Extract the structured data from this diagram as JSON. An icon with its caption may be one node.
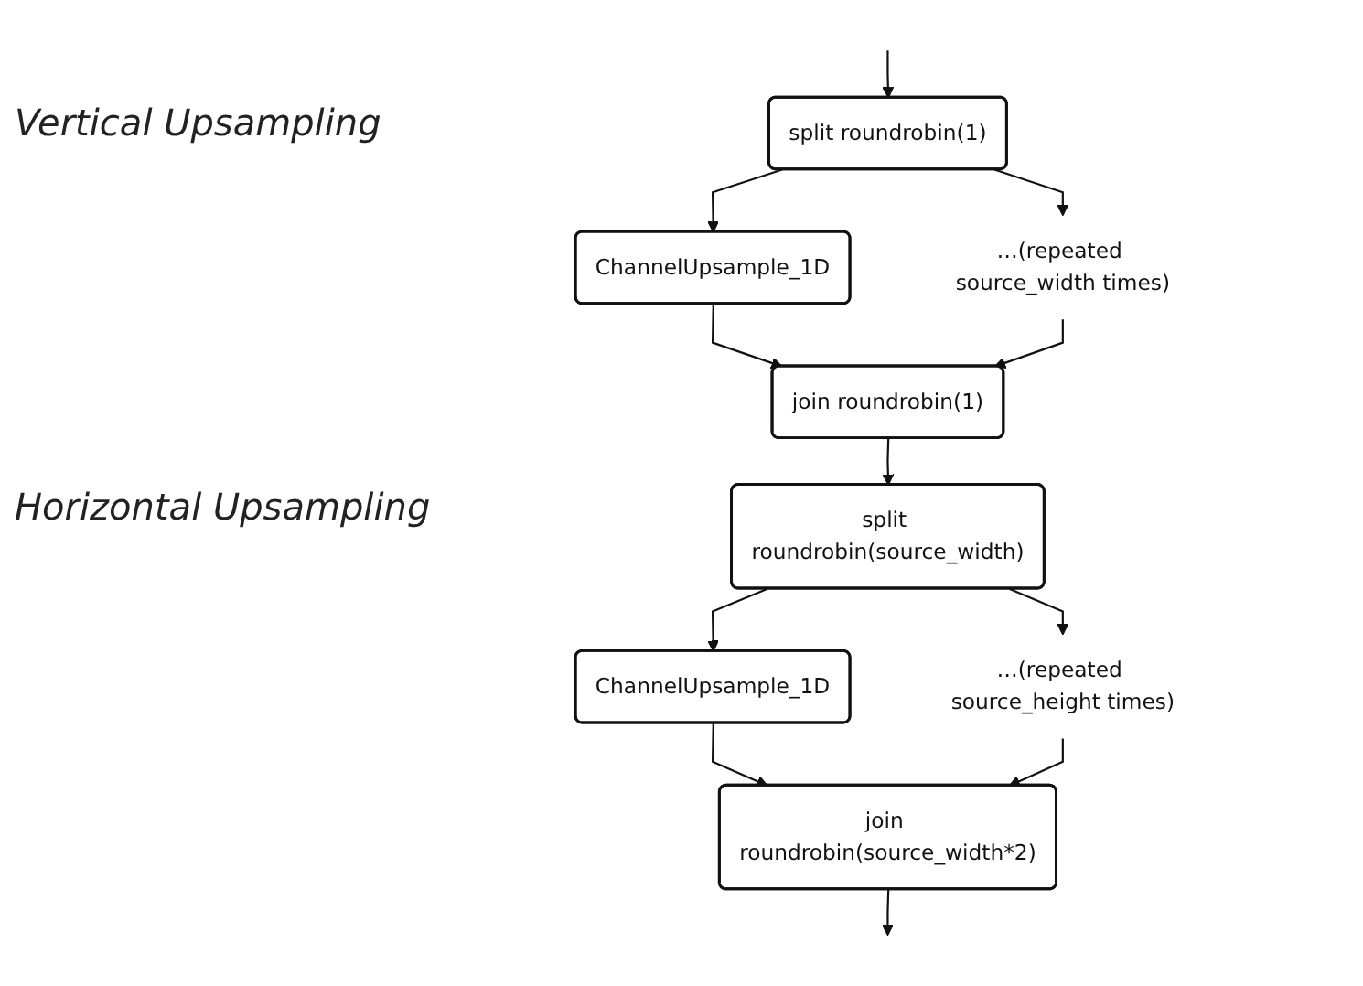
{
  "diagram": {
    "nodes": [
      {
        "text": [
          "split roundrobin(1)"
        ]
      },
      {
        "text": [
          "ChannelUpsample_1D"
        ]
      },
      {
        "text": [
          "…(repeated source_width times)"
        ]
      },
      {
        "text": [
          "join roundrobin(1)"
        ]
      },
      {
        "text": [
          "split roundrobin(source_width)"
        ]
      },
      {
        "text": [
          "ChannelUpsample_1D"
        ]
      },
      {
        "text": [
          "…(repeated source_height times)"
        ]
      },
      {
        "text": [
          "join roundrobin(source_width*2)"
        ]
      }
    ],
    "edges": [
      {
        "from": null,
        "to": 0,
        "arrow": "to"
      },
      {
        "from": 0,
        "to": 1,
        "arrow": "to"
      },
      {
        "from": 0,
        "to": 2,
        "arrow": "to"
      },
      {
        "from": 1,
        "to": 3,
        "arrow": "to"
      },
      {
        "from": 2,
        "to": 3,
        "arrow": "to"
      },
      {
        "from": 3,
        "to": 4,
        "arrow": "to"
      },
      {
        "from": 4,
        "to": 5,
        "arrow": "to"
      },
      {
        "from": 4,
        "to": 6,
        "arrow": "to"
      },
      {
        "from": 5,
        "to": 7,
        "arrow": "to"
      },
      {
        "from": 6,
        "to": 7,
        "arrow": "to"
      },
      {
        "from": 7,
        "to": null,
        "arrow": "to"
      }
    ],
    "labels": [
      "Vertical Upsampling",
      "Horizontal Upsampling"
    ]
  }
}
